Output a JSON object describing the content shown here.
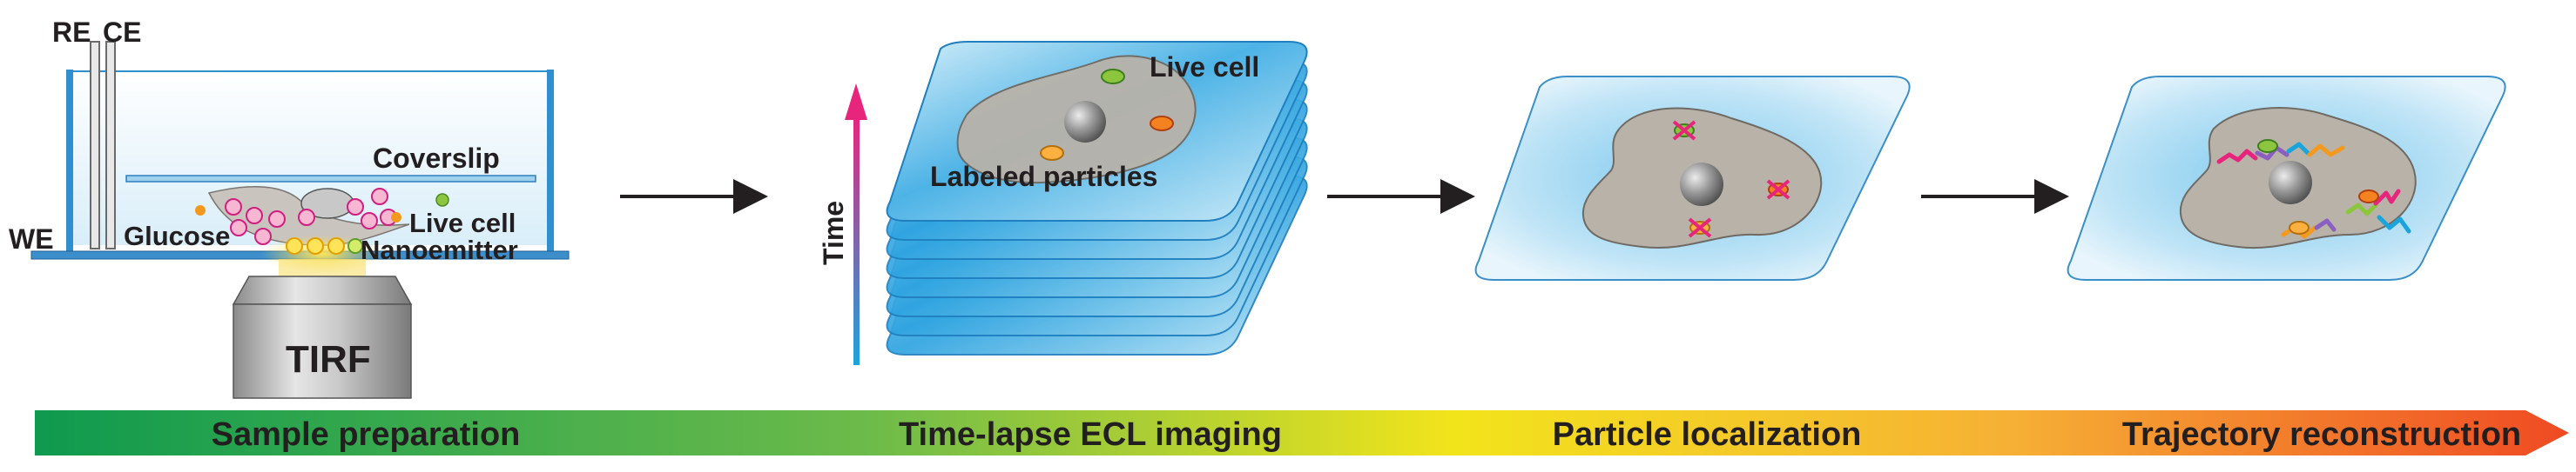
{
  "panel1": {
    "electrode_re": "RE",
    "electrode_ce": "CE",
    "electrode_we": "WE",
    "coverslip": "Coverslip",
    "glucose": "Glucose",
    "live_cell": "Live cell",
    "nanoemitter": "Nanoemitter",
    "objective": "TIRF"
  },
  "panel2": {
    "live_cell": "Live cell",
    "labeled_particles": "Labeled particles",
    "time_axis": "Time"
  },
  "stages": [
    "Sample preparation",
    "Time-lapse ECL imaging",
    "Particle localization",
    "Trajectory reconstruction"
  ],
  "colors": {
    "gradient_start": "#0f9a4f",
    "gradient_mid": "#f2e41b",
    "gradient_end": "#ef4a23",
    "plane_blue": "#2fa4e0",
    "cell_gray": "#b0aba4"
  }
}
